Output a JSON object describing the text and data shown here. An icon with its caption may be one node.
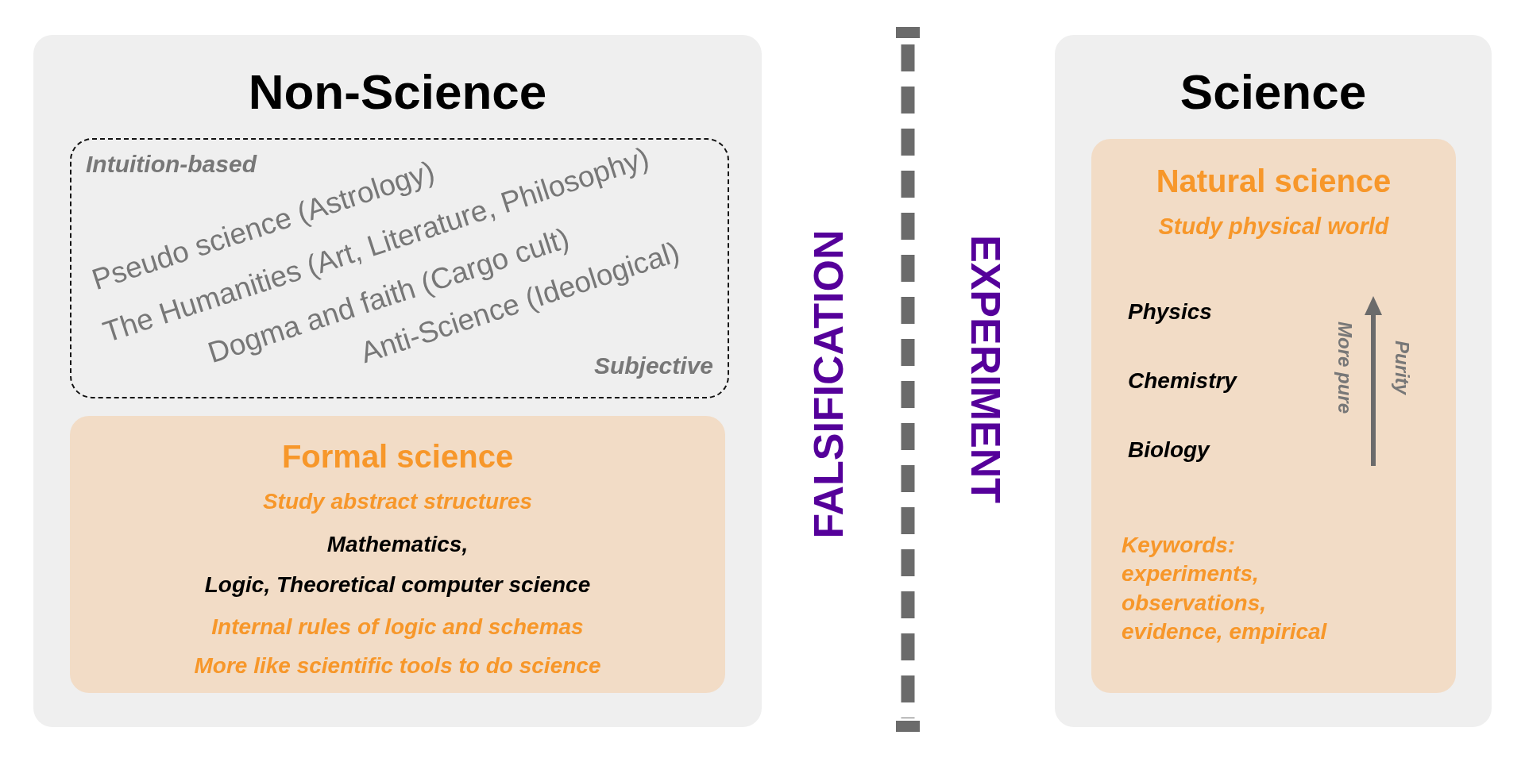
{
  "diagram": {
    "nodes": [
      {
        "text": [
          "Non-Science"
        ]
      },
      {
        "text": [
          "Intuition-based",
          "Pseudo science (Astrology)",
          "The Humanities (Art, Literature, Philosophy)",
          "Dogma and faith (Cargo cult)",
          "Anti-Science (Ideological)",
          "Subjective"
        ],
        "in": 0
      },
      {
        "text": [
          "Formal science",
          "Study abstract structures",
          "Mathematics,",
          "Logic, Theoretical computer science",
          "Internal rules of logic and schemas",
          "More like scientific tools to do science"
        ],
        "in": 0
      },
      {
        "text": [
          "Science"
        ]
      },
      {
        "text": [
          "Natural science",
          "Study physical world",
          "Physics",
          "Chemistry",
          "Biology",
          "More pure",
          "Purity",
          "Keywords: experiments, observations, evidence, empirical"
        ],
        "in": 3
      }
    ],
    "edges": [],
    "labels": [
      "FALSIFICATION",
      "EXPERIMENT"
    ]
  }
}
